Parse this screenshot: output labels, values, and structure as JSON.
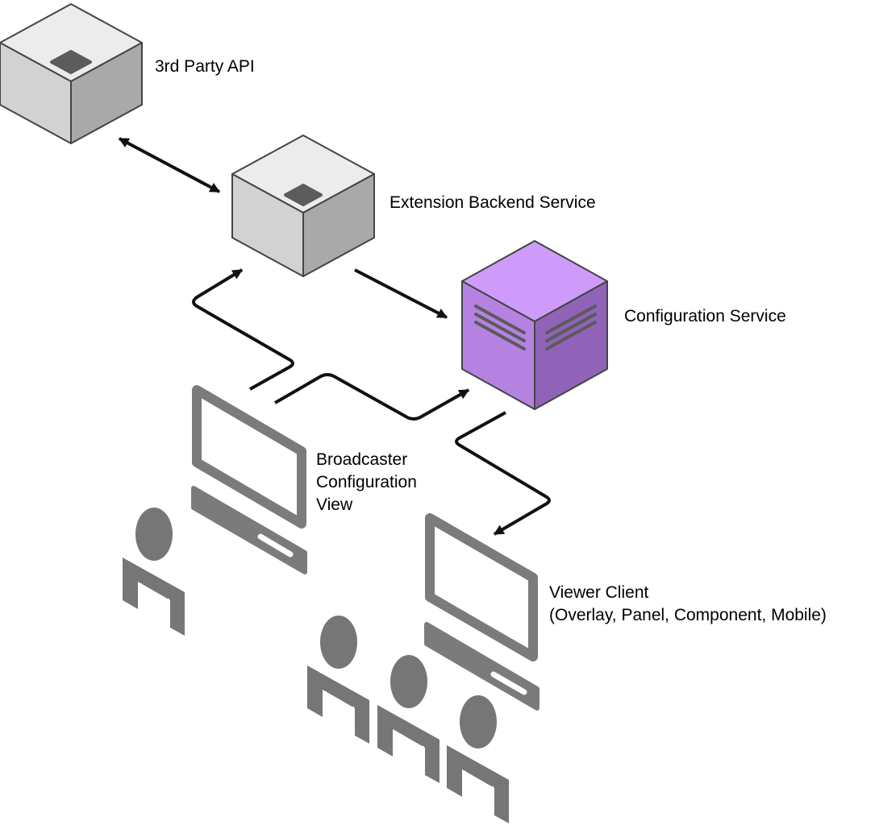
{
  "nodes": {
    "third_party_api": {
      "label": "3rd Party API"
    },
    "extension_backend": {
      "label": "Extension Backend Service"
    },
    "config_service": {
      "label": "Configuration Service"
    },
    "broadcaster_view": {
      "label_lines": [
        "Broadcaster",
        "Configuration",
        "View"
      ]
    },
    "viewer_client": {
      "label_lines": [
        "Viewer Client",
        "(Overlay, Panel, Component, Mobile)"
      ]
    }
  },
  "colors": {
    "server_top": "#ececec",
    "server_left": "#d2d2d2",
    "server_right": "#a9a9a9",
    "config_top": "#cf9bfa",
    "config_left": "#b582e2",
    "config_right": "#9163b8",
    "device_gray": "#7b7b7b",
    "person_gray": "#767676",
    "arrow": "#111111"
  },
  "icons": {
    "server": "server-cube-icon",
    "config": "config-server-icon",
    "computer": "computer-icon",
    "person": "person-icon"
  }
}
